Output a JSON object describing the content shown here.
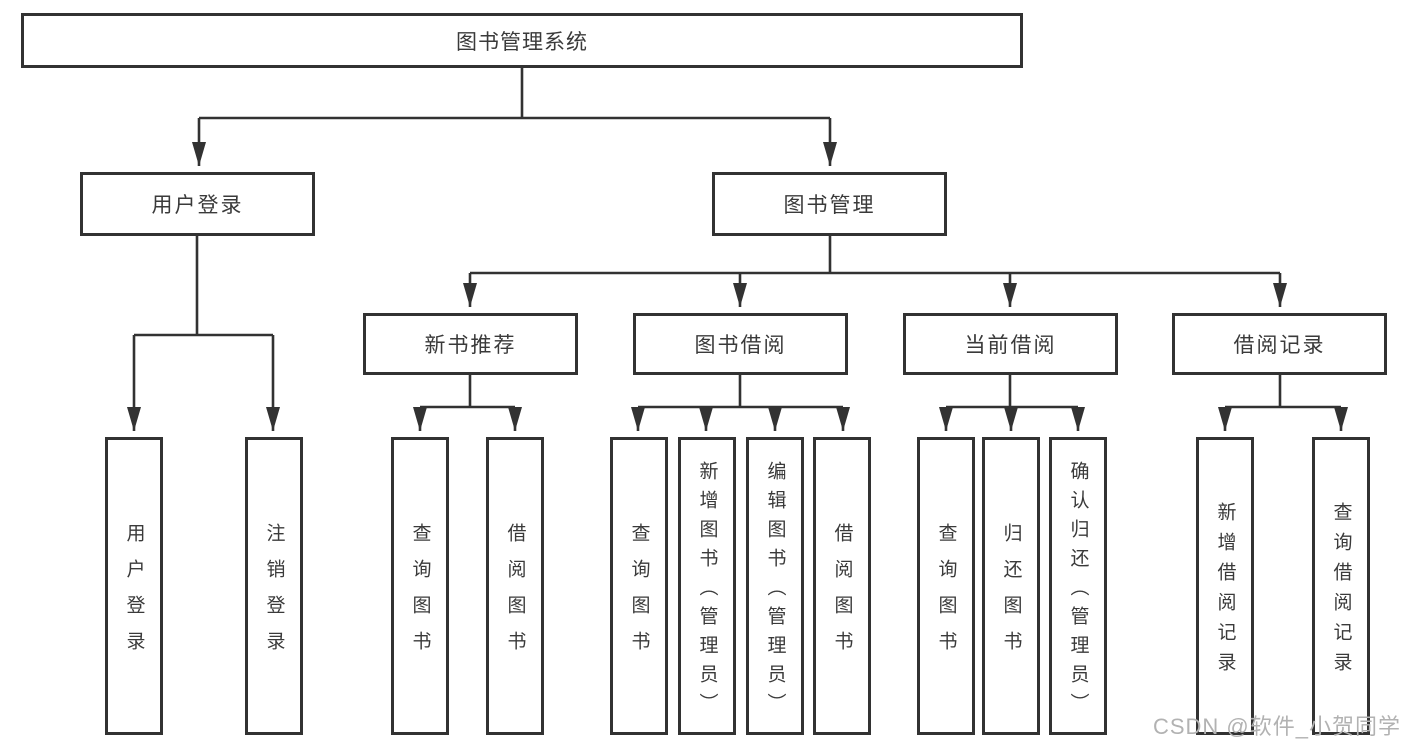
{
  "diagram": {
    "title": "图书管理系统",
    "level2": [
      {
        "label": "用户登录"
      },
      {
        "label": "图书管理"
      }
    ],
    "level3": [
      {
        "label": "新书推荐"
      },
      {
        "label": "图书借阅"
      },
      {
        "label": "当前借阅"
      },
      {
        "label": "借阅记录"
      }
    ],
    "leaves": {
      "user_login": [
        "用户登录",
        "注销登录"
      ],
      "new_book_recommend": [
        "查询图书",
        "借阅图书"
      ],
      "book_borrow": [
        "查询图书",
        "新增图书（管理员）",
        "编辑图书（管理员）",
        "借阅图书"
      ],
      "current_borrow": [
        "查询图书",
        "归还图书",
        "确认归还（管理员）"
      ],
      "borrow_records": [
        "新增借阅记录",
        "查询借阅记录"
      ]
    },
    "line_color": "#323232",
    "watermark": "CSDN @软件_小贺同学"
  }
}
